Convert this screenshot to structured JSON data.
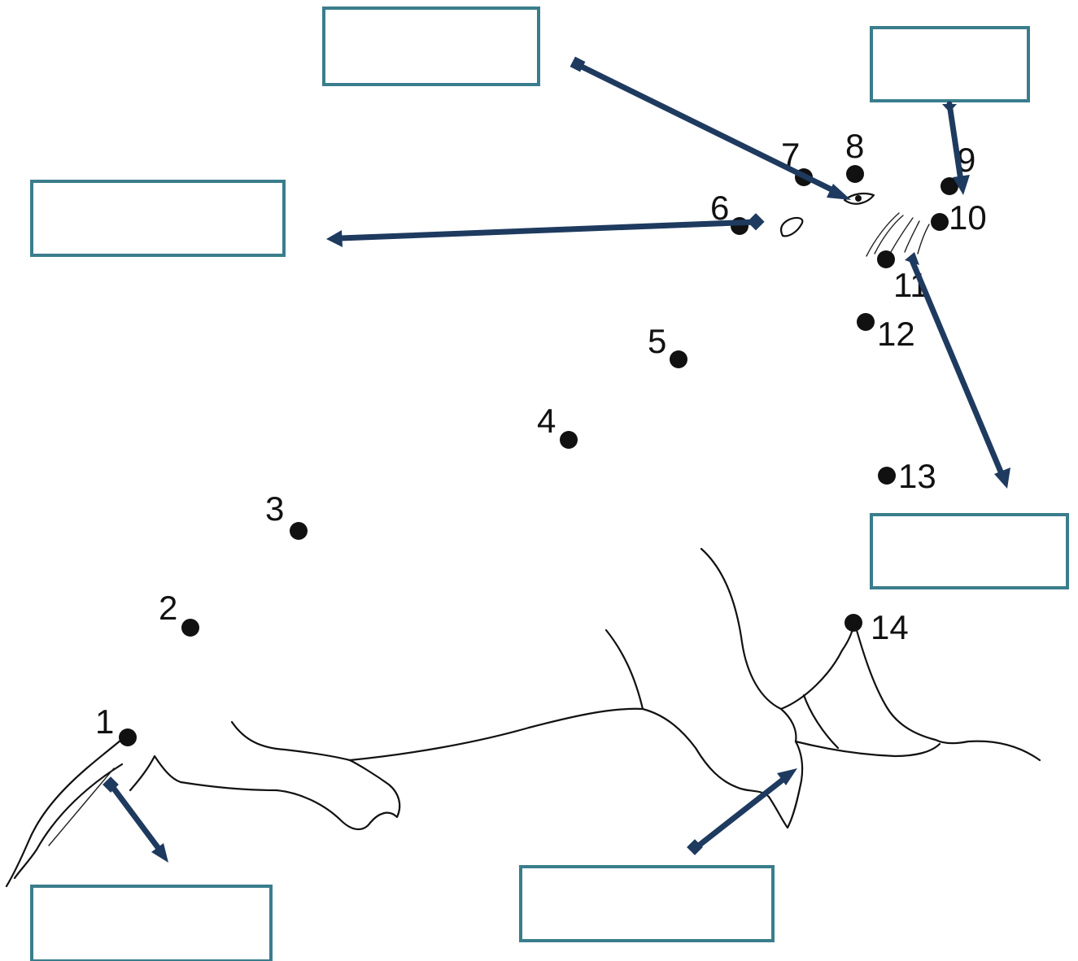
{
  "dots": [
    {
      "label": "1"
    },
    {
      "label": "2"
    },
    {
      "label": "3"
    },
    {
      "label": "4"
    },
    {
      "label": "5"
    },
    {
      "label": "6"
    },
    {
      "label": "7"
    },
    {
      "label": "8"
    },
    {
      "label": "9"
    },
    {
      "label": "10"
    },
    {
      "label": "11"
    },
    {
      "label": "12"
    },
    {
      "label": "13"
    },
    {
      "label": "14"
    }
  ],
  "label_boxes": [
    "",
    "",
    "",
    "",
    "",
    ""
  ],
  "colors": {
    "box_border": "#3a7d8c",
    "arrow": "#1e3a5f",
    "ink": "#111111"
  }
}
